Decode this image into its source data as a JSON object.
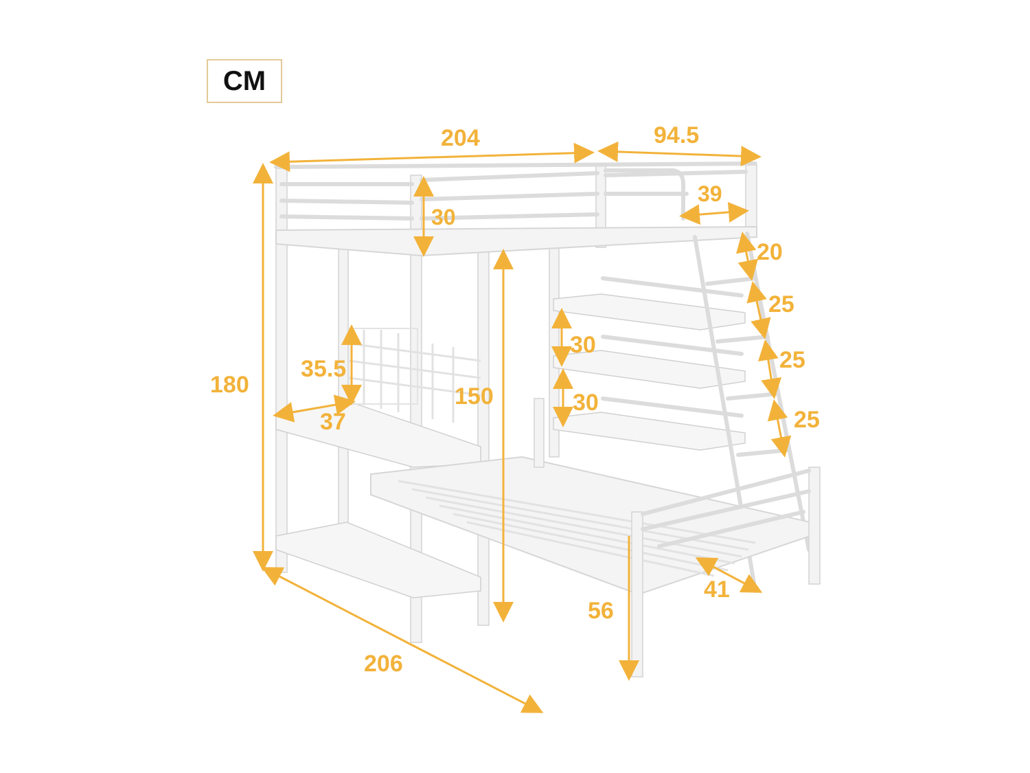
{
  "unit_label": "CM",
  "accent_color": "#f2b23a",
  "product": "Loft bed with desk, shelves, ladder and lower twin bed",
  "dimensions": {
    "overall_length": "204",
    "overall_width": "94.5",
    "guardrail_opening": "39",
    "guardrail_height": "30",
    "overall_height": "180",
    "under_loft_clearance": "150",
    "desk_depth": "37",
    "desk_panel_height": "35.5",
    "shelf_spacing_top": "30",
    "shelf_spacing_bottom": "30",
    "ladder_top_step": "20",
    "ladder_step_1": "25",
    "ladder_step_2": "25",
    "ladder_step_3": "25",
    "lower_bed_height": "56",
    "ladder_base_depth": "41",
    "overall_depth": "206"
  }
}
